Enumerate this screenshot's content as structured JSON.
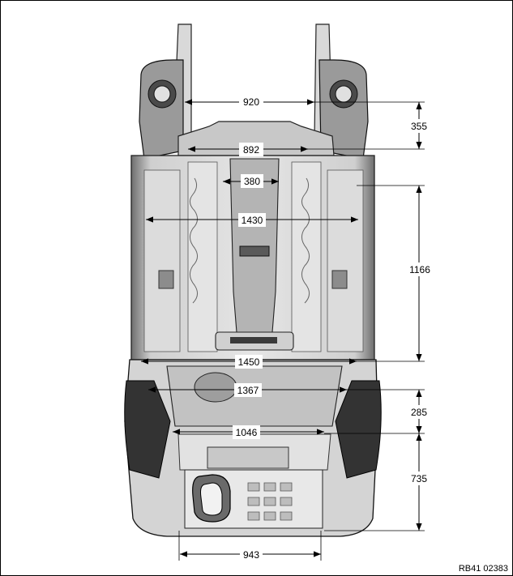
{
  "diagram": {
    "reference_code": "RB41 02383",
    "dimensions": [
      {
        "id": "d920",
        "label": "920"
      },
      {
        "id": "d355",
        "label": "355"
      },
      {
        "id": "d892",
        "label": "892"
      },
      {
        "id": "d380",
        "label": "380"
      },
      {
        "id": "d1430",
        "label": "1430"
      },
      {
        "id": "d1166",
        "label": "1166"
      },
      {
        "id": "d1450",
        "label": "1450"
      },
      {
        "id": "d1367",
        "label": "1367"
      },
      {
        "id": "d285",
        "label": "285"
      },
      {
        "id": "d1046",
        "label": "1046"
      },
      {
        "id": "d735",
        "label": "735"
      },
      {
        "id": "d943",
        "label": "943"
      }
    ]
  }
}
